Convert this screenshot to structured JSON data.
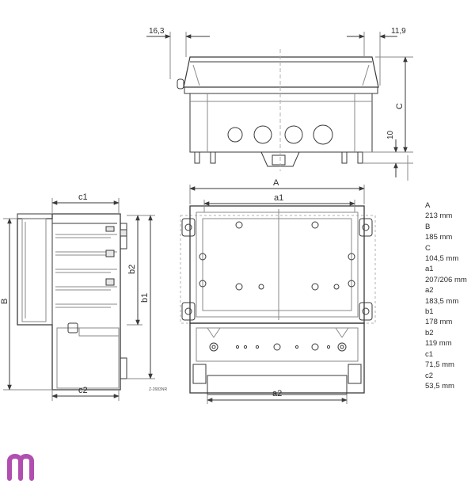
{
  "dimensions": {
    "top_left_offset": "16,3",
    "top_right_offset": "11,9",
    "height_c": "C",
    "height_10": "10",
    "width_a": "A",
    "width_a1": "a1",
    "width_a2": "a2",
    "depth_c1": "c1",
    "depth_c2": "c2",
    "height_b": "B",
    "height_b1": "b1",
    "height_b2": "b2"
  },
  "drawing_code": "Z-2683NR",
  "legend": [
    {
      "label": "A",
      "value": "213 mm"
    },
    {
      "label": "B",
      "value": "185 mm"
    },
    {
      "label": "C",
      "value": "104,5 mm"
    },
    {
      "label": "a1",
      "value": "207/206 mm"
    },
    {
      "label": "a2",
      "value": "183,5 mm"
    },
    {
      "label": "b1",
      "value": "178 mm"
    },
    {
      "label": "b2",
      "value": "119 mm"
    },
    {
      "label": "c1",
      "value": "71,5 mm"
    },
    {
      "label": "c2",
      "value": "53,5 mm"
    }
  ],
  "logo": {
    "name": "m-logo",
    "color": "#b14fb0"
  },
  "colors": {
    "line": "#3a3a3a",
    "light": "#8a8a8a",
    "dashed": "#b0b0b0"
  }
}
